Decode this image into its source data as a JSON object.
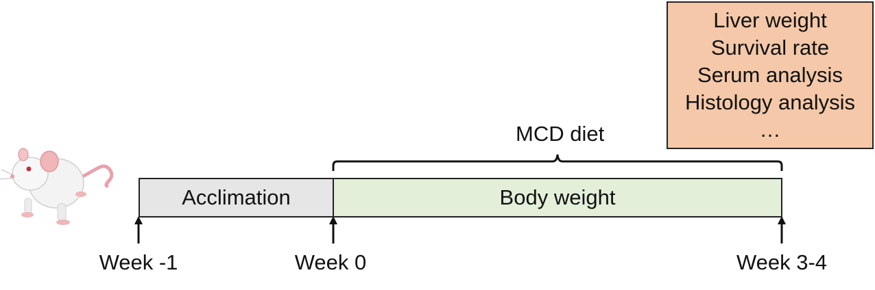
{
  "outcomes": {
    "items": [
      "Liver weight",
      "Survival rate",
      "Serum analysis",
      "Histology analysis",
      "…"
    ],
    "background": "#f4c8a8"
  },
  "timeline": {
    "diet_label": "MCD diet",
    "phases": [
      {
        "label": "Acclimation",
        "color": "#e6e6e6"
      },
      {
        "label": "Body weight",
        "color": "#e3efd9"
      }
    ],
    "weeks": [
      "Week -1",
      "Week 0",
      "Week 3-4"
    ]
  },
  "icons": {
    "animal": "mouse-icon"
  }
}
